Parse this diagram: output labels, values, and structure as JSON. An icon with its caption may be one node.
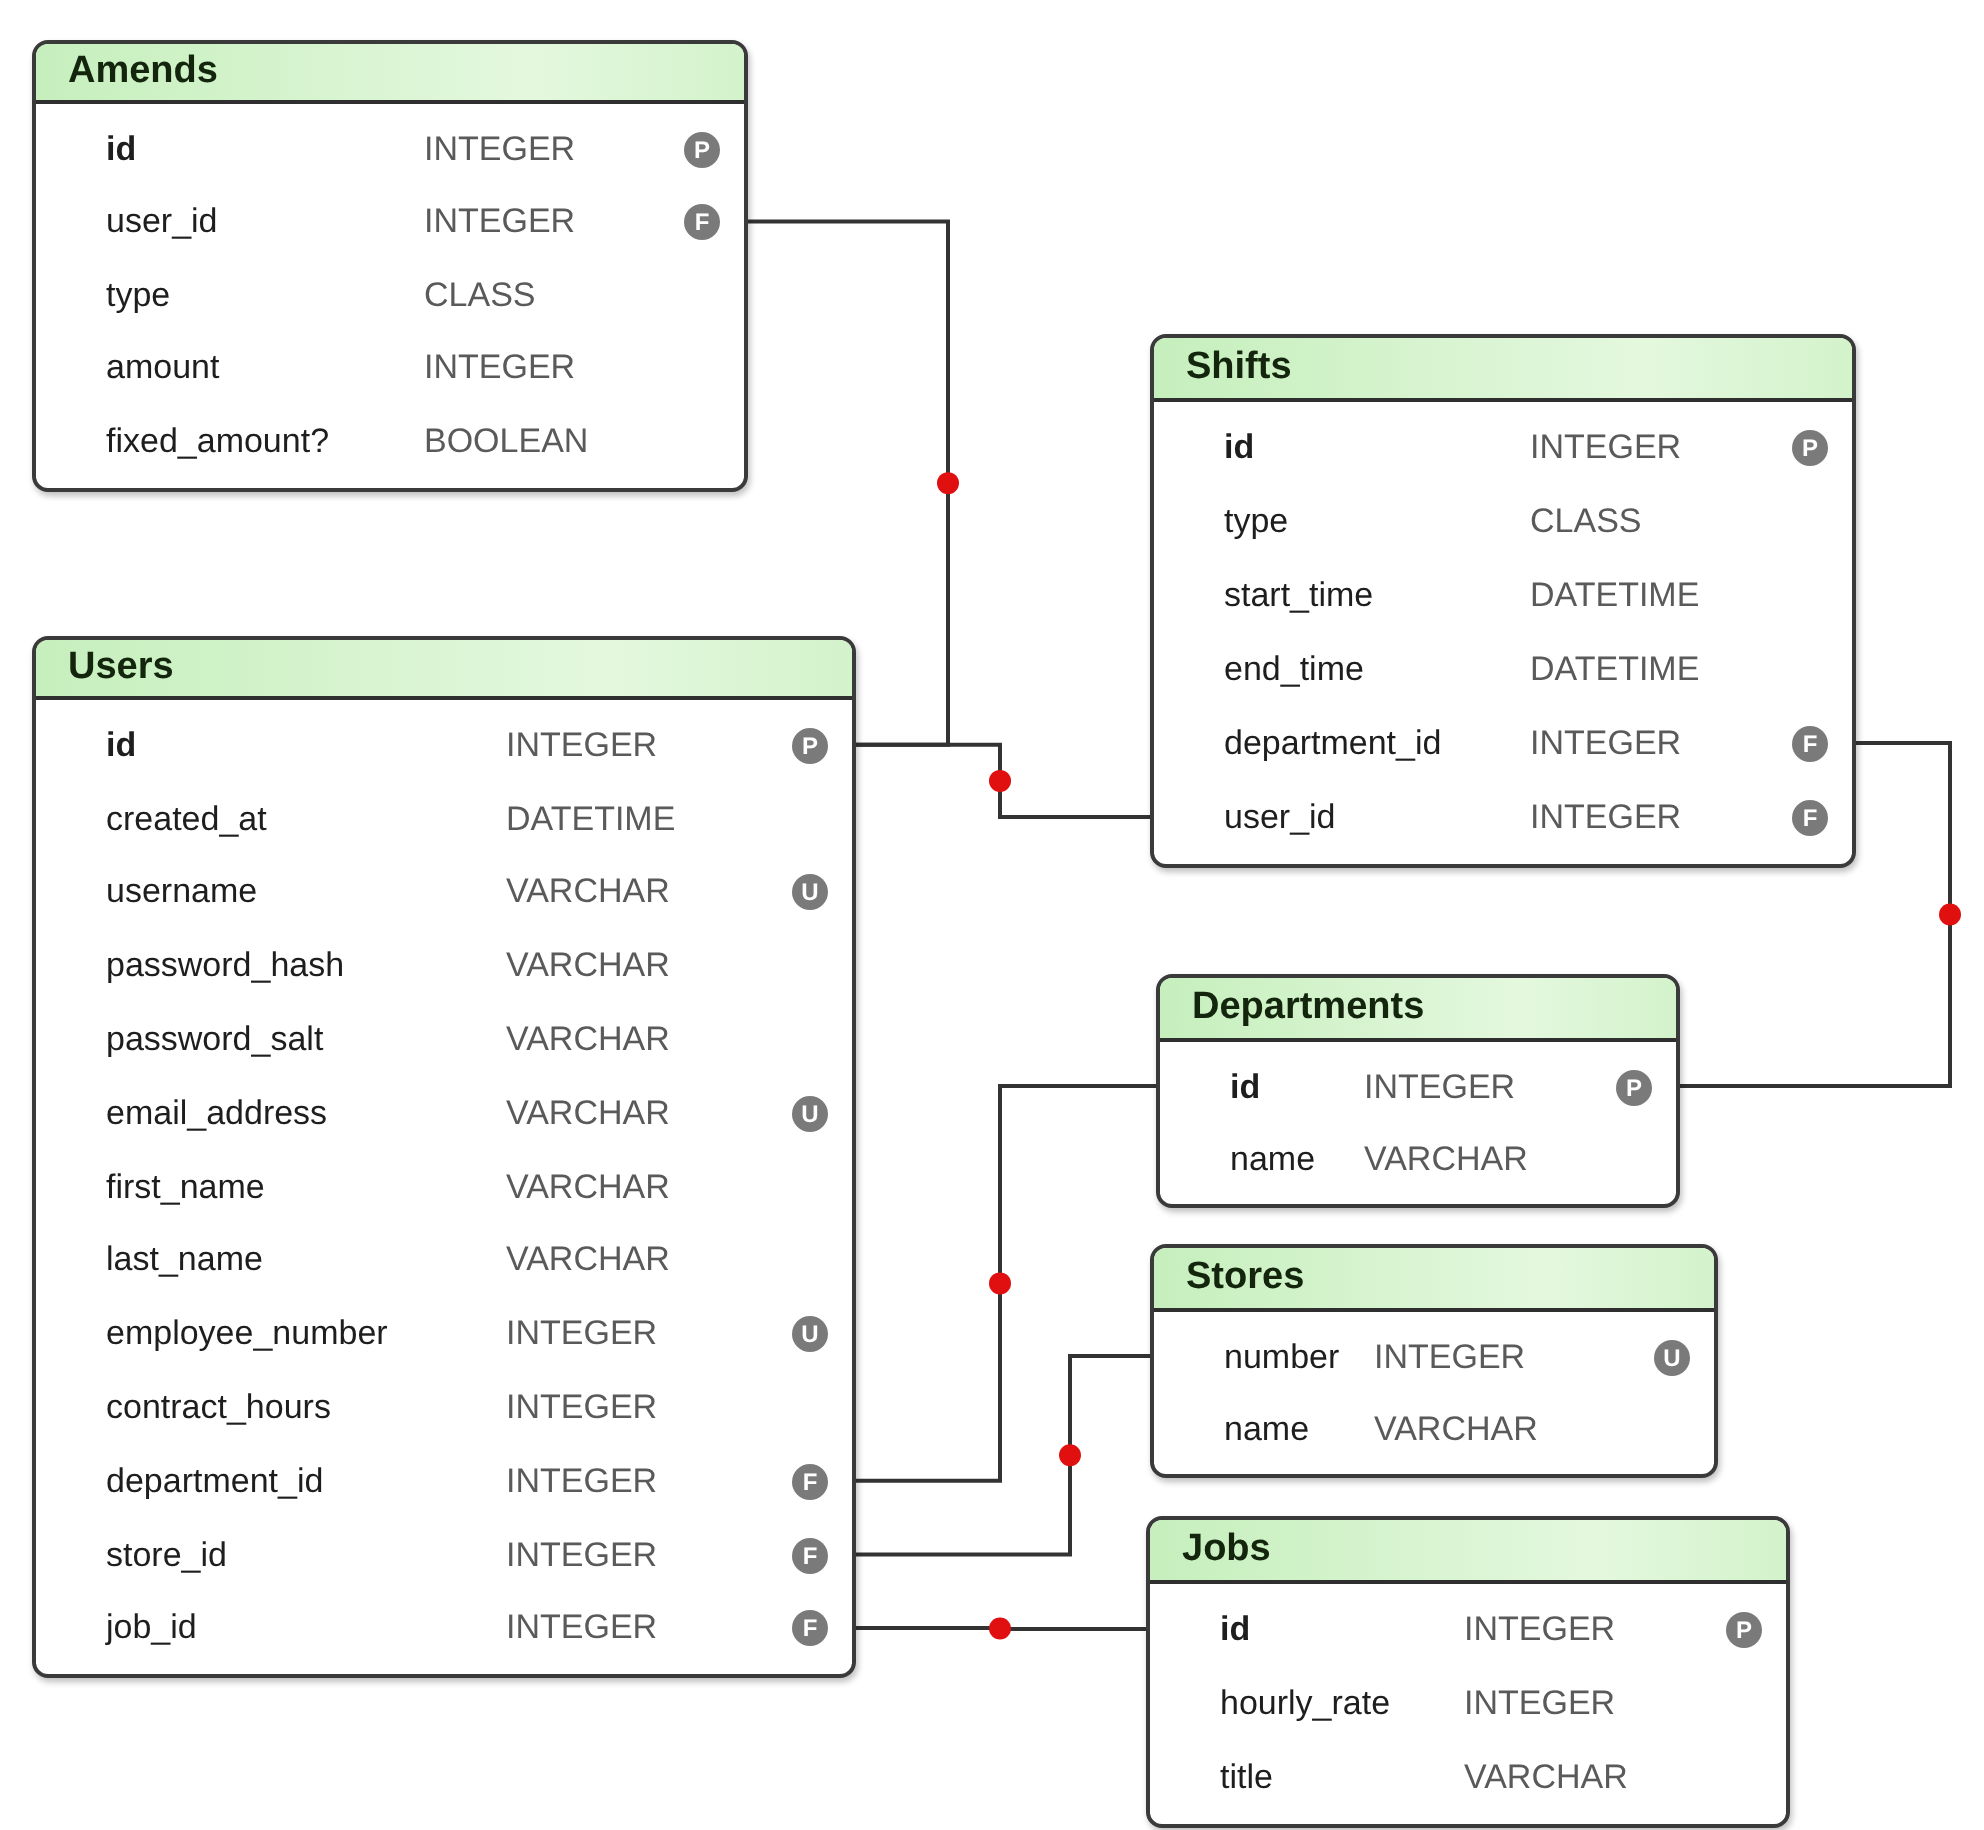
{
  "diagram": {
    "nodes": [
      {
        "text": [
          "Amends"
        ]
      },
      {
        "text": [
          "id",
          "INTEGER",
          "P"
        ],
        "in": 0
      },
      {
        "text": [
          "user_id",
          "INTEGER",
          "F"
        ],
        "in": 0
      },
      {
        "text": [
          "type",
          "CLASS"
        ],
        "in": 0
      },
      {
        "text": [
          "amount",
          "INTEGER"
        ],
        "in": 0
      },
      {
        "text": [
          "fixed_amount?",
          "BOOLEAN"
        ],
        "in": 0
      },
      {
        "text": [
          "Shifts"
        ]
      },
      {
        "text": [
          "id",
          "INTEGER",
          "P"
        ],
        "in": 6
      },
      {
        "text": [
          "type",
          "CLASS"
        ],
        "in": 6
      },
      {
        "text": [
          "start_time",
          "DATETIME"
        ],
        "in": 6
      },
      {
        "text": [
          "end_time",
          "DATETIME"
        ],
        "in": 6
      },
      {
        "text": [
          "department_id",
          "INTEGER",
          "F"
        ],
        "in": 6
      },
      {
        "text": [
          "user_id",
          "INTEGER",
          "F"
        ],
        "in": 6
      },
      {
        "text": [
          "Users"
        ]
      },
      {
        "text": [
          "id",
          "INTEGER",
          "P"
        ],
        "in": 13
      },
      {
        "text": [
          "created_at",
          "DATETIME"
        ],
        "in": 13
      },
      {
        "text": [
          "username",
          "VARCHAR",
          "U"
        ],
        "in": 13
      },
      {
        "text": [
          "password_hash",
          "VARCHAR"
        ],
        "in": 13
      },
      {
        "text": [
          "password_salt",
          "VARCHAR"
        ],
        "in": 13
      },
      {
        "text": [
          "email_address",
          "VARCHAR",
          "U"
        ],
        "in": 13
      },
      {
        "text": [
          "first_name",
          "VARCHAR"
        ],
        "in": 13
      },
      {
        "text": [
          "last_name",
          "VARCHAR"
        ],
        "in": 13
      },
      {
        "text": [
          "employee_number",
          "INTEGER",
          "U"
        ],
        "in": 13
      },
      {
        "text": [
          "contract_hours",
          "INTEGER"
        ],
        "in": 13
      },
      {
        "text": [
          "department_id",
          "INTEGER",
          "F"
        ],
        "in": 13
      },
      {
        "text": [
          "store_id",
          "INTEGER",
          "F"
        ],
        "in": 13
      },
      {
        "text": [
          "job_id",
          "INTEGER",
          "F"
        ],
        "in": 13
      },
      {
        "text": [
          "Departments"
        ]
      },
      {
        "text": [
          "id",
          "INTEGER",
          "P"
        ],
        "in": 27
      },
      {
        "text": [
          "name",
          "VARCHAR"
        ],
        "in": 27
      },
      {
        "text": [
          "Stores"
        ]
      },
      {
        "text": [
          "number",
          "INTEGER",
          "U"
        ],
        "in": 30
      },
      {
        "text": [
          "name",
          "VARCHAR"
        ],
        "in": 30
      },
      {
        "text": [
          "Jobs"
        ]
      },
      {
        "text": [
          "id",
          "INTEGER",
          "P"
        ],
        "in": 33
      },
      {
        "text": [
          "hourly_rate",
          "INTEGER"
        ],
        "in": 33
      },
      {
        "text": [
          "title",
          "VARCHAR"
        ],
        "in": 33
      }
    ],
    "edges": [
      {
        "from": 2,
        "to": 14,
        "arrow": "none"
      },
      {
        "from": 12,
        "to": 14,
        "arrow": "none"
      },
      {
        "from": 11,
        "to": 28,
        "arrow": "none"
      },
      {
        "from": 24,
        "to": 28,
        "arrow": "none"
      },
      {
        "from": 25,
        "to": 31,
        "arrow": "none"
      },
      {
        "from": 26,
        "to": 34,
        "arrow": "none"
      }
    ]
  }
}
